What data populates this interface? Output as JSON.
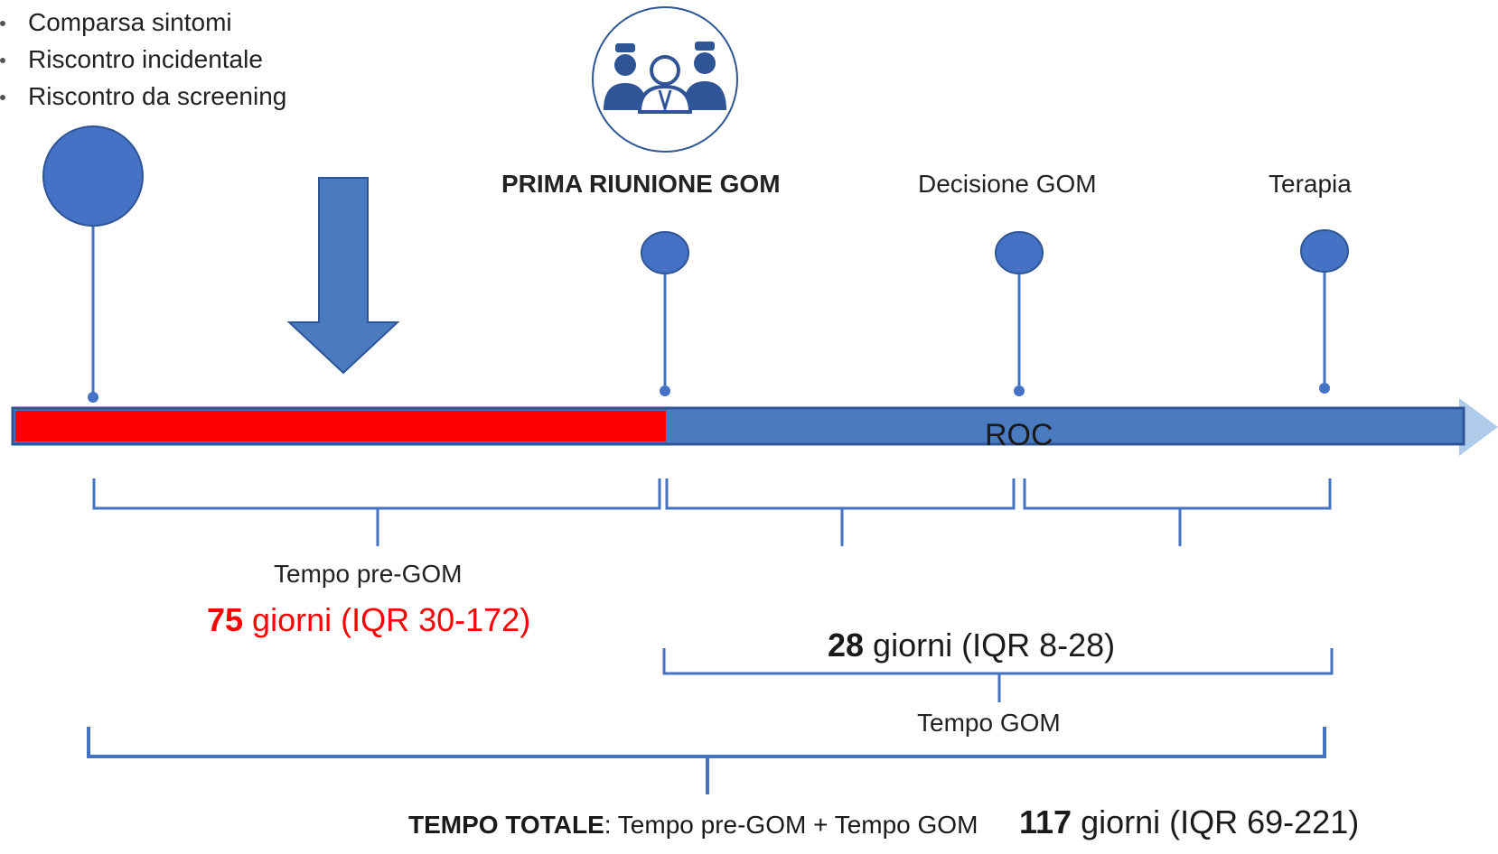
{
  "triggers": [
    "Comparsa sintomi",
    "Riscontro incidentale",
    "Riscontro da screening"
  ],
  "milestones": {
    "prima_riunione": "PRIMA RIUNIONE GOM",
    "decisione": "Decisione GOM",
    "terapia": "Terapia"
  },
  "timeline_label": "ROC",
  "pre_gom": {
    "label": "Tempo pre-GOM",
    "value": "75",
    "detail": " giorni (IQR 30-172)"
  },
  "gom": {
    "value": "28",
    "detail": " giorni (IQR 8-28)",
    "label": "Tempo GOM"
  },
  "totale": {
    "prefix": "TEMPO TOTALE",
    "formula": ": Tempo pre-GOM + Tempo GOM",
    "value": "117",
    "detail": " giorni (IQR 69-221)"
  },
  "icons": [
    "medical-team-icon",
    "down-arrow-icon"
  ],
  "colors": {
    "timeline_blue": "#4a7abf",
    "pre_gom_red": "#ff0000",
    "marker_blue": "#4472c4",
    "dark_outline": "#2f5597"
  }
}
